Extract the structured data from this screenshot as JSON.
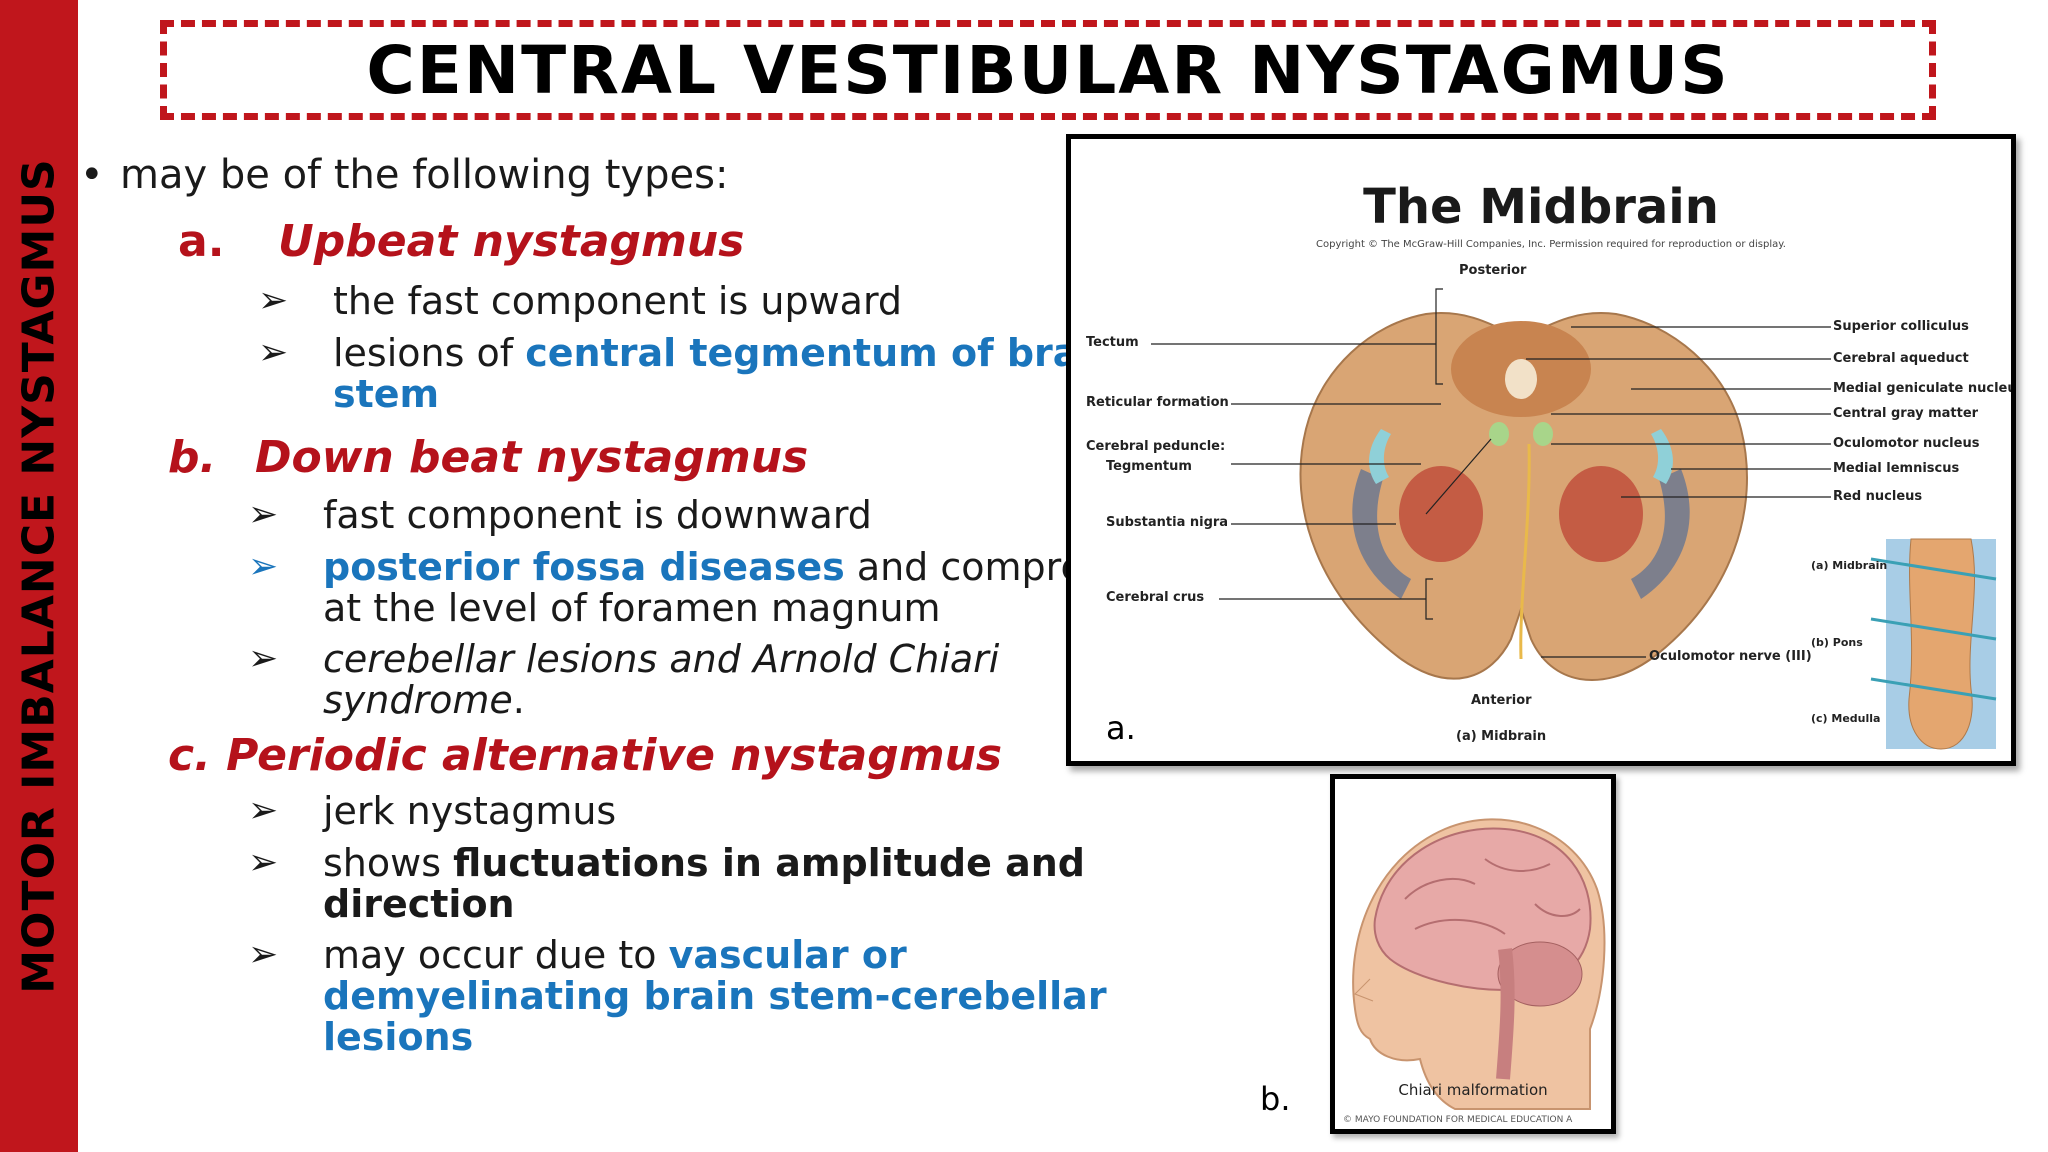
{
  "sidebar": {
    "text": "MOTOR IMBALANCE NYSTAGMUS"
  },
  "title": "CENTRAL VESTIBULAR NYSTAGMUS",
  "intro": {
    "bullet": "•",
    "text": "may be of the following types:"
  },
  "sections": {
    "a": {
      "marker": "a.",
      "heading": "Upbeat nystagmus",
      "items": {
        "i1": "the fast component is upward",
        "i2_pre": "lesions of ",
        "i2_blue1": "central tegmentum of brain",
        "i2_blue2": "stem"
      }
    },
    "b": {
      "marker": "b.",
      "heading": "Down beat nystagmus",
      "items": {
        "i1": "fast component is downward",
        "i2_blue": "posterior fossa diseases",
        "i2_rest": " and compression",
        "i2_line2": "at the level of foramen magnum",
        "i3_line1": "cerebellar lesions and Arnold Chiari",
        "i3_line2": "syndrome",
        "i3_dot": "."
      }
    },
    "c": {
      "heading": "c. Periodic alternative nystagmus",
      "items": {
        "i1": "jerk nystagmus",
        "i2_pre": "shows ",
        "i2_bold1": "fluctuations in amplitude and",
        "i2_bold2": "direction",
        "i3_pre": "may occur due to ",
        "i3_blue1": "vascular or",
        "i3_blue2": "demyelinating brain stem-cerebellar",
        "i3_blue3": "lesions"
      }
    }
  },
  "arrow_glyph": "➢",
  "figure_a": {
    "label": "a.",
    "title": "The Midbrain",
    "copyright": "Copyright © The McGraw-Hill Companies, Inc. Permission required for reproduction or display.",
    "posterior": "Posterior",
    "anterior": "Anterior",
    "caption": "(a) Midbrain",
    "left_labels": {
      "tectum": "Tectum",
      "reticular": "Reticular formation",
      "cerebral_peduncle": "Cerebral peduncle:",
      "tegmentum": "Tegmentum",
      "substantia": "Substantia nigra",
      "crus": "Cerebral crus"
    },
    "right_labels": {
      "sup_coll": "Superior colliculus",
      "aqueduct": "Cerebral aqueduct",
      "medial_gen": "Medial geniculate nucleus",
      "gray": "Central gray matter",
      "oculomotor_nuc": "Oculomotor nucleus",
      "lemniscus": "Medial lemniscus",
      "red": "Red nucleus"
    },
    "nerve": "Oculomotor nerve (III)",
    "inset": {
      "a": "(a) Midbrain",
      "b": "(b) Pons",
      "c": "(c) Medulla"
    }
  },
  "figure_b": {
    "label": "b.",
    "caption": "Chiari malformation",
    "credit": "© MAYO FOUNDATION FOR MEDICAL EDUCATION A"
  },
  "colors": {
    "accent_red": "#c0161c",
    "heading_red": "#b5121b",
    "link_blue": "#1a75bc"
  }
}
